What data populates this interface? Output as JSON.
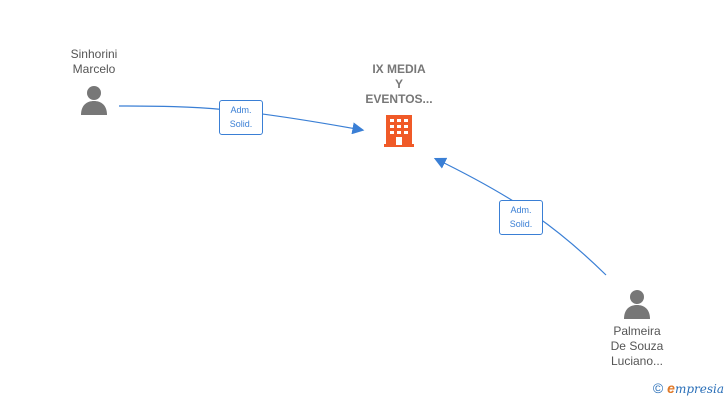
{
  "nodes": {
    "company": {
      "name_line1": "IX MEDIA",
      "name_line2": "Y",
      "name_line3": "EVENTOS...",
      "icon": "building-icon",
      "color": "#f05a28"
    },
    "person1": {
      "name_line1": "Sinhorini",
      "name_line2": "Marcelo",
      "icon": "person-icon",
      "color": "#777777"
    },
    "person2": {
      "name_line1": "Palmeira",
      "name_line2": "De Souza",
      "name_line3": "Luciano...",
      "icon": "person-icon",
      "color": "#777777"
    }
  },
  "edges": [
    {
      "from": "person1",
      "to": "company",
      "label_line1": "Adm.",
      "label_line2": "Solid."
    },
    {
      "from": "person2",
      "to": "company",
      "label_line1": "Adm.",
      "label_line2": "Solid."
    }
  ],
  "edge_color": "#3a7fd5",
  "branding": {
    "copyright": "©",
    "logo_letter": "e",
    "logo_rest": "mpresia"
  }
}
